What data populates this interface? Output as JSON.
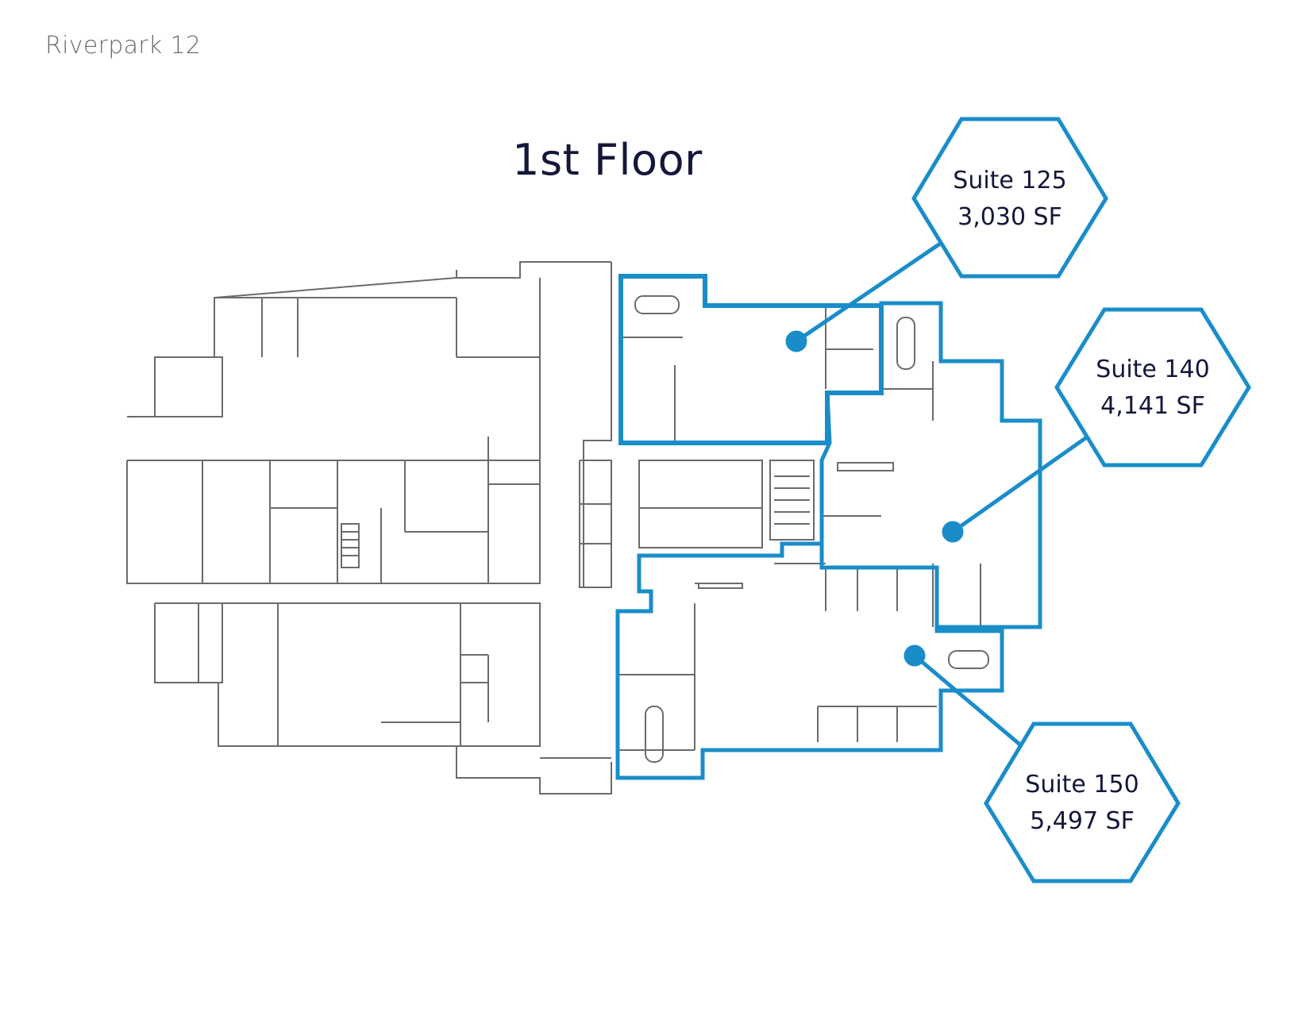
{
  "building": {
    "name": "Riverpark 12"
  },
  "floor": {
    "title": "1st Floor"
  },
  "colors": {
    "accent": "#1a8dc9",
    "wall": "#6b6b6b",
    "title": "#14173a",
    "callout": "#1a8dc9"
  },
  "suites": [
    {
      "name": "Suite 125",
      "area": "3,030 SF"
    },
    {
      "name": "Suite 140",
      "area": "4,141 SF"
    },
    {
      "name": "Suite 150",
      "area": "5,497 SF"
    }
  ]
}
